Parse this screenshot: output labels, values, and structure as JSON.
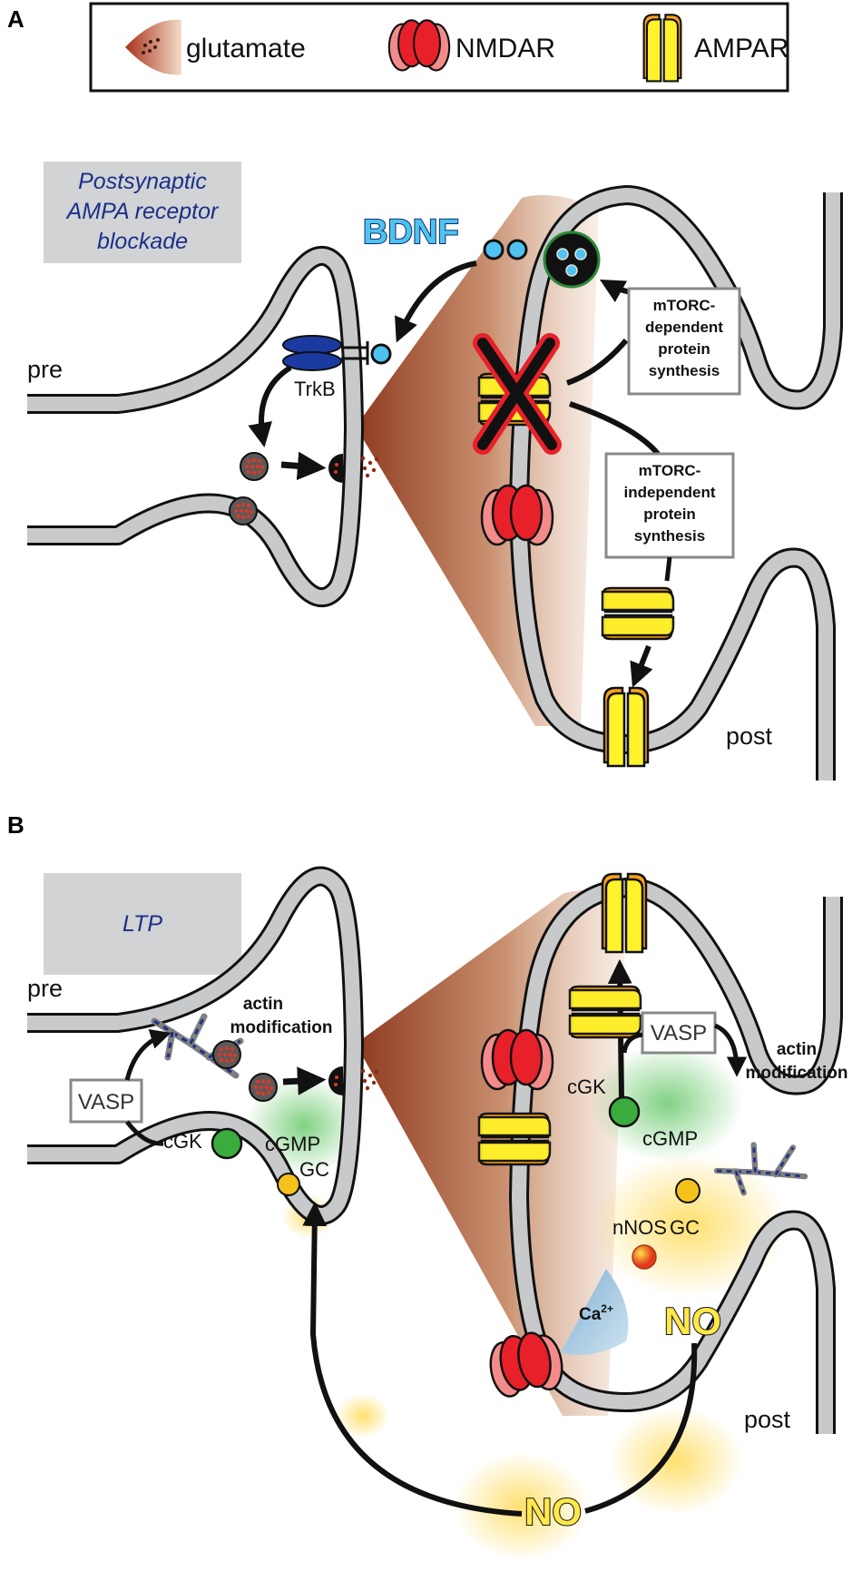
{
  "panels": {
    "a_letter": "A",
    "b_letter": "B"
  },
  "legend": {
    "glutamate": "glutamate",
    "nmdar": "NMDAR",
    "ampar": "AMPAR"
  },
  "panel_a": {
    "condition": [
      "Postsynaptic",
      "AMPA receptor",
      "blockade"
    ],
    "pre_label": "pre",
    "post_label": "post",
    "bdnf": "BDNF",
    "trkb": "TrkB",
    "mtorc_dependent": [
      "mTORC-",
      "dependent",
      "protein",
      "synthesis"
    ],
    "mtorc_independent": [
      "mTORC-",
      "independent",
      "protein",
      "synthesis"
    ]
  },
  "panel_b": {
    "condition": "LTP",
    "pre_label": "pre",
    "post_label": "post",
    "actin_left": [
      "actin",
      "modification"
    ],
    "actin_right": [
      "actin",
      "modification"
    ],
    "vasp_left": "VASP",
    "vasp_right": "VASP",
    "cgk_left": "cGK",
    "cgk_right": "cGK",
    "cgmp_left": "cGMP",
    "cgmp_right": "cGMP",
    "gc_left": "GC",
    "gc_right": "GC",
    "nnos": "nNOS",
    "ca_main": "Ca",
    "ca_sup": "2+",
    "no_post": "NO",
    "no_bottom": "NO"
  },
  "colors": {
    "membrane": "#c8c9cb",
    "nmdar": "#e8202a",
    "ampar_orange": "#f7a21b",
    "ampar_yellow": "#fff22b",
    "bdnf": "#4fc3f0",
    "condition_box": "#d1d3d4",
    "condition_text": "#1c2f8a",
    "trkb": "#1b3aa0",
    "cgk": "#3aac3e",
    "gc": "#f5c21b"
  },
  "icons": [
    "glutamate-icon",
    "nmdar-icon",
    "ampar-icon",
    "vesicle-icon",
    "trkb-receptor-icon",
    "actin-filament-icon",
    "bdnf-vesicle-icon"
  ]
}
